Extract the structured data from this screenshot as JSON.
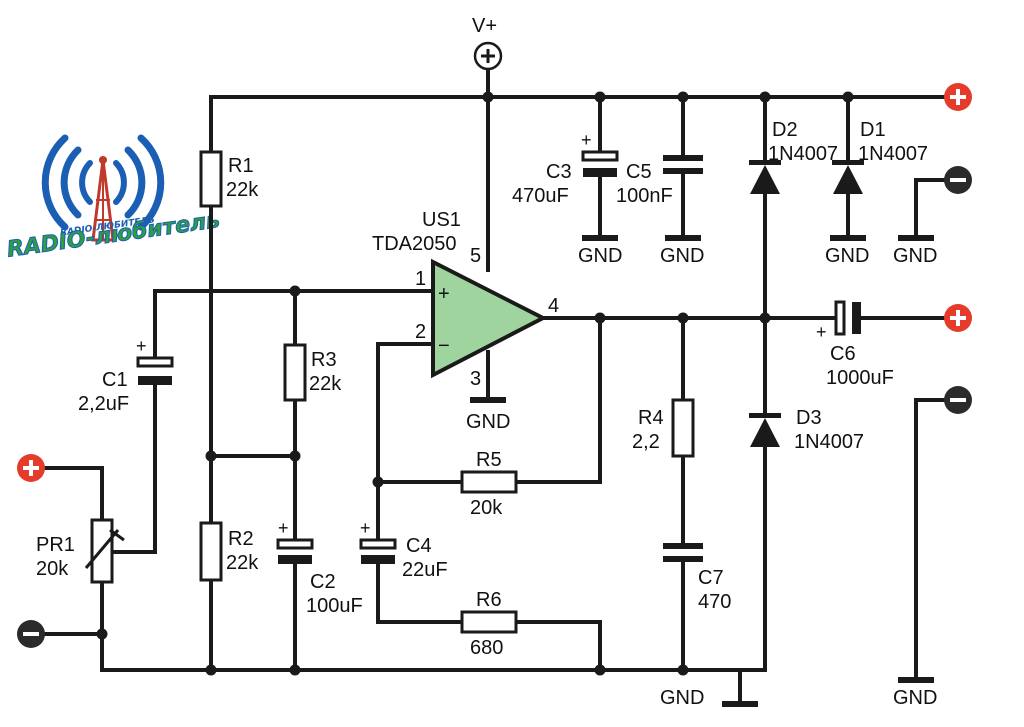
{
  "supply": {
    "label": "V+"
  },
  "opamp": {
    "ref": "US1",
    "part": "TDA2050",
    "pin_plus": "+",
    "pin_minus": "−",
    "pin1": "1",
    "pin2": "2",
    "pin3": "3",
    "pin4": "4",
    "pin5": "5"
  },
  "components": {
    "R1": {
      "ref": "R1",
      "value": "22k"
    },
    "R2": {
      "ref": "R2",
      "value": "22k"
    },
    "R3": {
      "ref": "R3",
      "value": "22k"
    },
    "R4": {
      "ref": "R4",
      "value": "2,2"
    },
    "R5": {
      "ref": "R5",
      "value": "20k"
    },
    "R6": {
      "ref": "R6",
      "value": "680"
    },
    "C1": {
      "ref": "C1",
      "value": "2,2uF"
    },
    "C2": {
      "ref": "C2",
      "value": "100uF"
    },
    "C3": {
      "ref": "C3",
      "value": "470uF"
    },
    "C4": {
      "ref": "C4",
      "value": "22uF"
    },
    "C5": {
      "ref": "C5",
      "value": "100nF"
    },
    "C6": {
      "ref": "C6",
      "value": "1000uF"
    },
    "C7": {
      "ref": "C7",
      "value": "470"
    },
    "D1": {
      "ref": "D1",
      "value": "1N4007"
    },
    "D2": {
      "ref": "D2",
      "value": "1N4007"
    },
    "D3": {
      "ref": "D3",
      "value": "1N4007"
    },
    "PR1": {
      "ref": "PR1",
      "value": "20k"
    }
  },
  "ground_label": "GND",
  "polarity_plus": "+",
  "logo": {
    "main": "RADIO-любитель",
    "small": "RADIO-ЛЮБИТЕЛЬ"
  },
  "colors": {
    "terminal_plus": "#e53b2a",
    "terminal_minus": "#2b2b2b",
    "opamp_fill": "#9fd49f",
    "logo_blue": "#1a5fb4",
    "logo_red": "#c0392b",
    "logo_green": "#2e9e44"
  }
}
